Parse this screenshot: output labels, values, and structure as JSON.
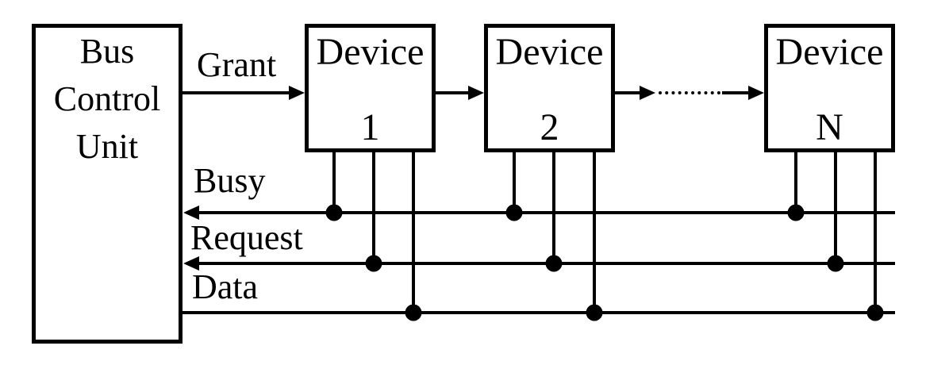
{
  "controller": {
    "line1": "Bus",
    "line2": "Control",
    "line3": "Unit"
  },
  "devices": [
    {
      "title": "Device",
      "number": "1"
    },
    {
      "title": "Device",
      "number": "2"
    },
    {
      "title": "Device",
      "number": "N"
    }
  ],
  "signals": {
    "grant": "Grant",
    "busy": "Busy",
    "request": "Request",
    "data": "Data"
  },
  "colors": {
    "line": "#000000",
    "background": "#ffffff",
    "text": "#000000"
  }
}
